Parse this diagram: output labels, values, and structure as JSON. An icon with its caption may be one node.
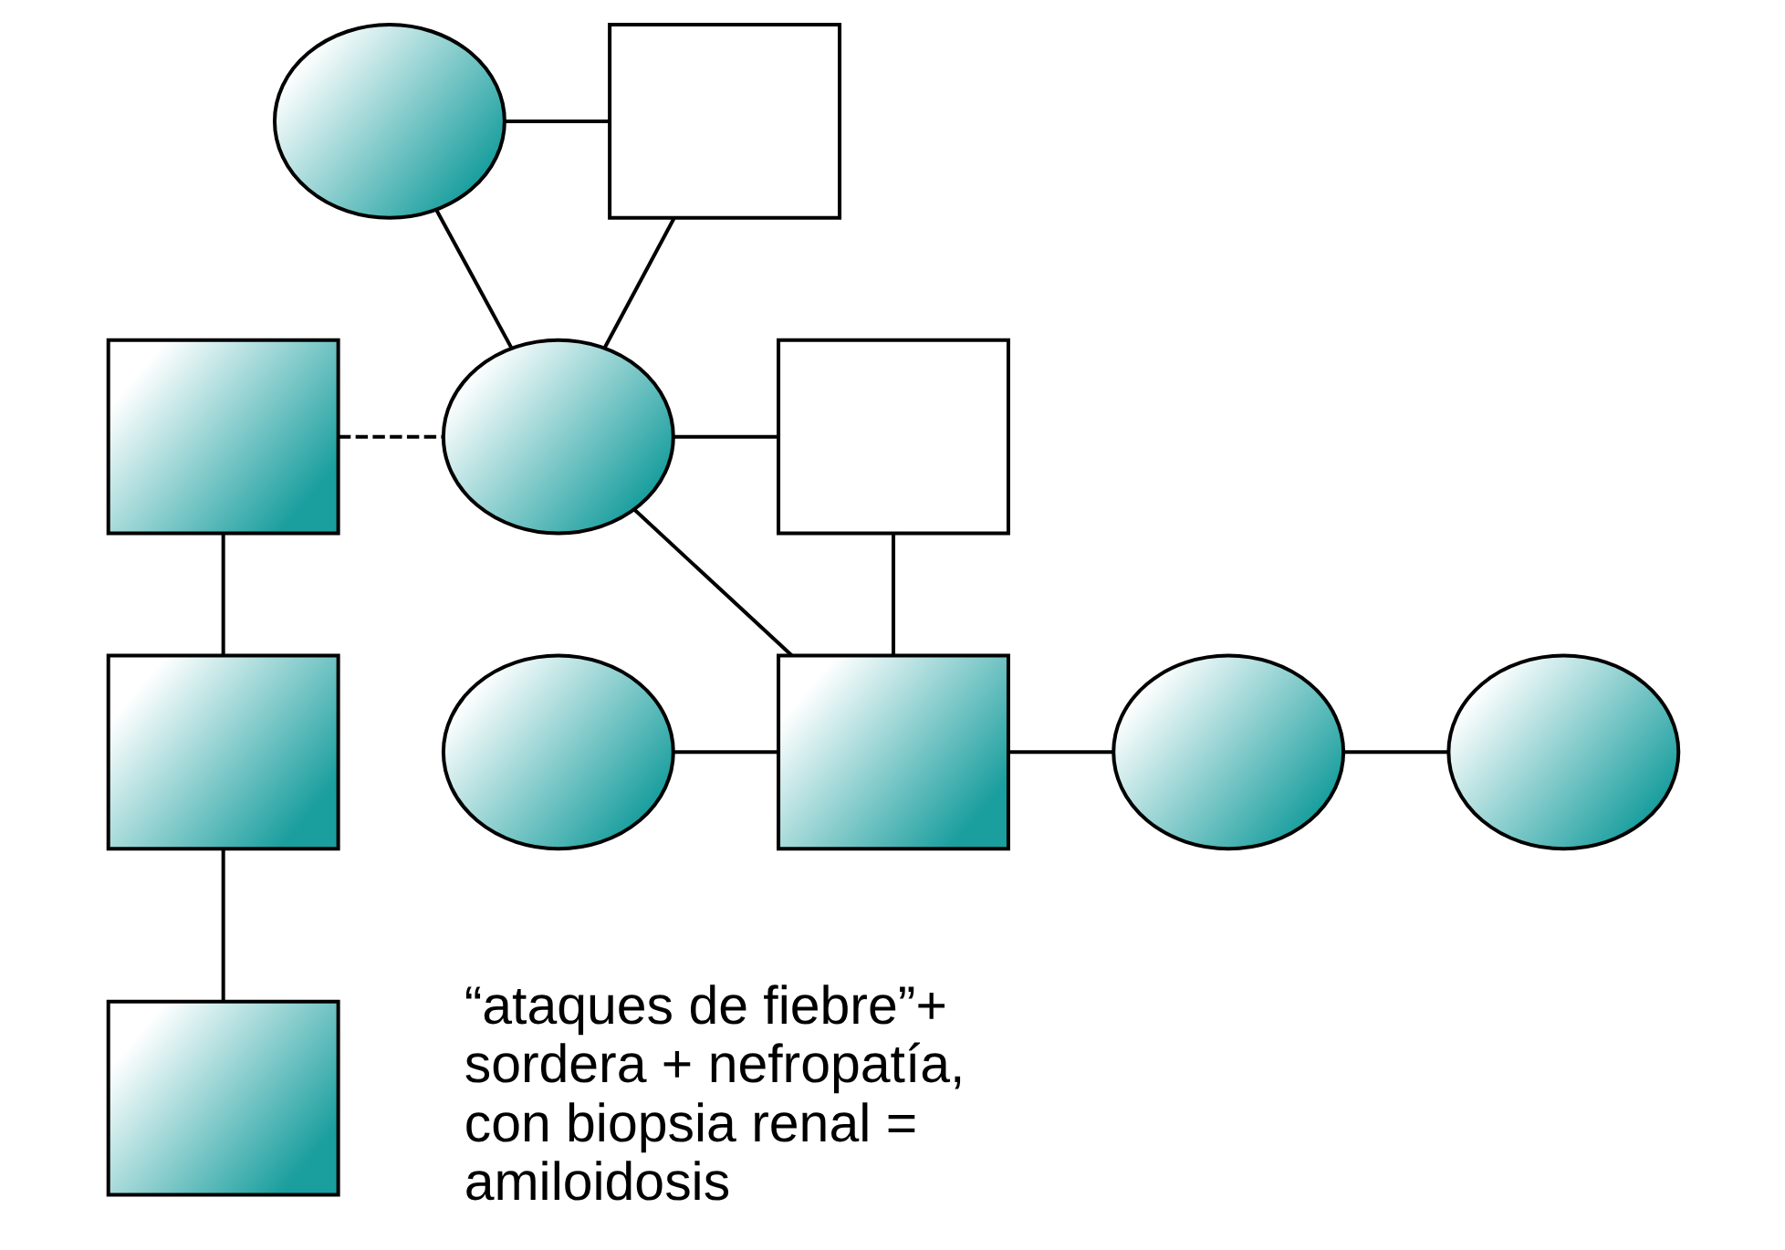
{
  "diagram": {
    "nodes": [
      {
        "text": [],
        "shape": "circle"
      },
      {
        "text": [],
        "shape": "box"
      },
      {
        "text": [],
        "shape": "box"
      },
      {
        "text": [],
        "shape": "circle"
      },
      {
        "text": [],
        "shape": "box"
      },
      {
        "text": [],
        "shape": "box"
      },
      {
        "text": [],
        "shape": "circle"
      },
      {
        "text": [],
        "shape": "box"
      },
      {
        "text": [],
        "shape": "circle"
      },
      {
        "text": [],
        "shape": "circle"
      },
      {
        "text": [],
        "shape": "box"
      }
    ],
    "edges": [
      {
        "from": 0,
        "to": 1,
        "arrow": "none"
      },
      {
        "from": 0,
        "to": 3,
        "arrow": "none"
      },
      {
        "from": 1,
        "to": 3,
        "arrow": "none"
      },
      {
        "from": 2,
        "to": 3,
        "arrow": "none",
        "style": "dashed"
      },
      {
        "from": 3,
        "to": 4,
        "arrow": "none"
      },
      {
        "from": 3,
        "to": 7,
        "arrow": "none"
      },
      {
        "from": 4,
        "to": 7,
        "arrow": "none"
      },
      {
        "from": 2,
        "to": 5,
        "arrow": "none"
      },
      {
        "from": 5,
        "to": 10,
        "arrow": "none"
      },
      {
        "from": 6,
        "to": 7,
        "arrow": "none"
      },
      {
        "from": 7,
        "to": 8,
        "arrow": "none"
      },
      {
        "from": 8,
        "to": 9,
        "arrow": "none"
      }
    ],
    "labels": [
      "“ataques de fiebre”+ sordera + nefropatía, con biopsia renal = amiloidosis"
    ]
  }
}
